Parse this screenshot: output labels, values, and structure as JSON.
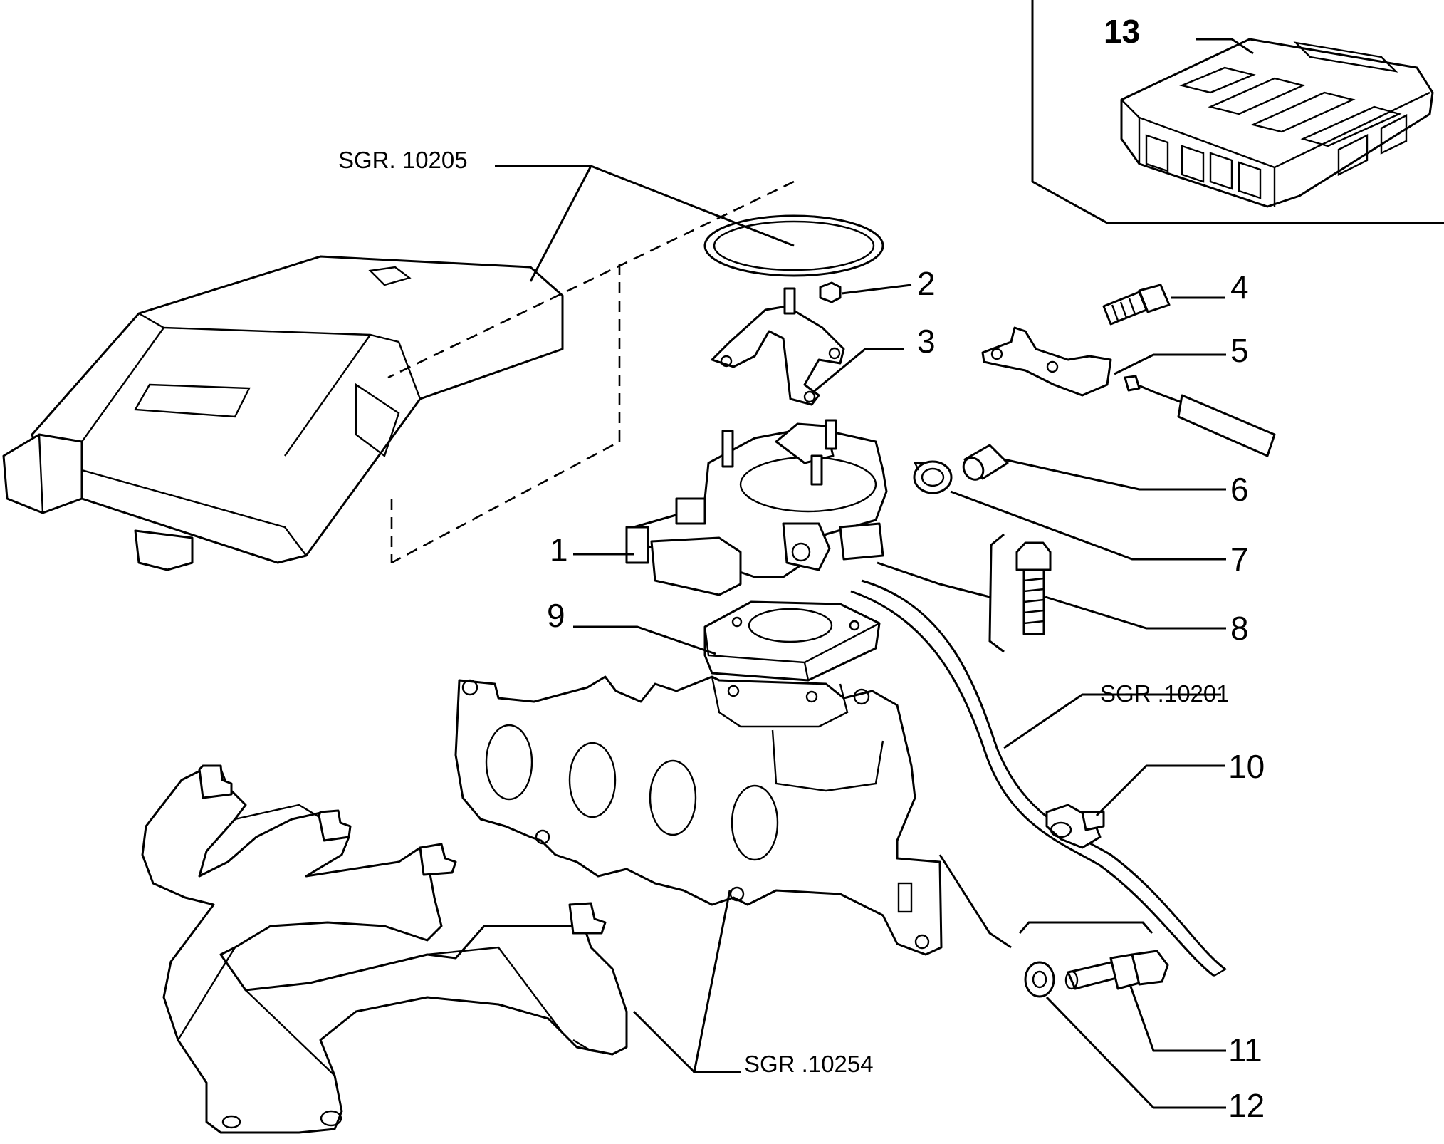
{
  "callouts": {
    "c1": "1",
    "c2": "2",
    "c3": "3",
    "c4": "4",
    "c5": "5",
    "c6": "6",
    "c7": "7",
    "c8": "8",
    "c9": "9",
    "c10": "10",
    "c11": "11",
    "c12": "12",
    "c13": "13"
  },
  "references": {
    "air_filter": "SGR. 10205",
    "hose": "SGR .10201",
    "manifold": "SGR .10254"
  },
  "icons": [
    "air-filter-housing",
    "seal-ring",
    "nut",
    "support-bracket",
    "throttle-body",
    "bolt",
    "cable-bracket",
    "sensor-cable",
    "hose-sleeve",
    "hose-clip",
    "screw",
    "gasket",
    "intake-manifold",
    "exhaust-manifold",
    "hose-clamp",
    "temperature-sensor",
    "washer",
    "ecu-control-unit"
  ]
}
